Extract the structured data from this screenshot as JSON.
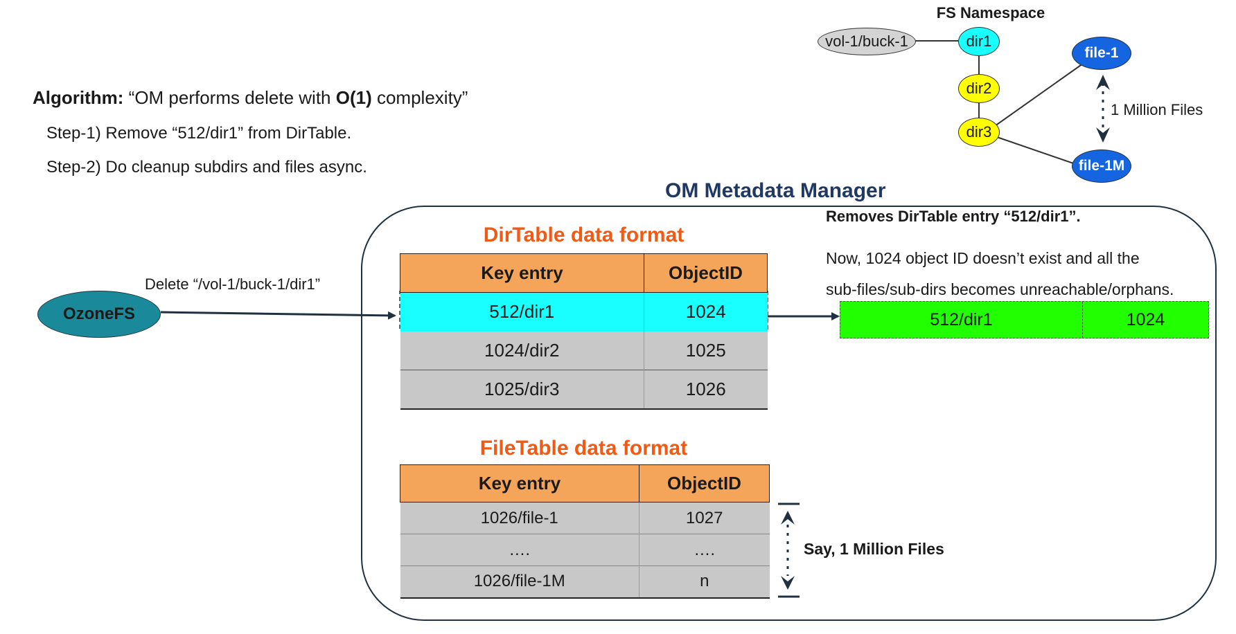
{
  "namespace": {
    "title": "FS Namespace",
    "nodes": {
      "vol": "vol-1/buck-1",
      "dir1": "dir1",
      "dir2": "dir2",
      "dir3": "dir3",
      "file1": "file-1",
      "file1m": "file-1M"
    },
    "million_label": "1 Million Files"
  },
  "algorithm": {
    "label": "Algorithm:",
    "quote_pre": "“OM performs delete with ",
    "quote_bold": "O(1)",
    "quote_post": " complexity”",
    "step1": "Step-1) Remove “512/dir1” from DirTable.",
    "step2": "Step-2) Do cleanup subdirs and files async."
  },
  "om_title": "OM Metadata Manager",
  "client": {
    "label": "OzoneFS",
    "delete_text": "Delete  “/vol-1/buck-1/dir1”"
  },
  "dir_table": {
    "title": "DirTable data format",
    "headers": [
      "Key entry",
      "ObjectID"
    ],
    "rows": [
      [
        "512/dir1",
        "1024"
      ],
      [
        "1024/dir2",
        "1025"
      ],
      [
        "1025/dir3",
        "1026"
      ]
    ]
  },
  "removal": {
    "line1": "Removes DirTable entry “512/dir1”.",
    "line2": "Now, 1024 object ID doesn’t exist and all the",
    "line3": "sub-files/sub-dirs becomes unreachable/orphans.",
    "row": [
      "512/dir1",
      "1024"
    ]
  },
  "file_table": {
    "title": "FileTable data format",
    "headers": [
      "Key entry",
      "ObjectID"
    ],
    "rows": [
      [
        "1026/file-1",
        "1027"
      ],
      [
        "….",
        "…."
      ],
      [
        "1026/file-1M",
        "n"
      ]
    ]
  },
  "say_label": "Say, 1 Million Files",
  "colors": {
    "header": "#f4a55a",
    "row": "#c8c8c8",
    "highlight": "#19ffff",
    "removed": "#22ff00",
    "table_title": "#f05a14",
    "om_title": "#203864",
    "client": "#1a8a9a",
    "dir_node": "#ffff00",
    "dir1_node": "#19ffff",
    "file_node": "#1565e0",
    "vol_node": "#d4d4d4"
  }
}
